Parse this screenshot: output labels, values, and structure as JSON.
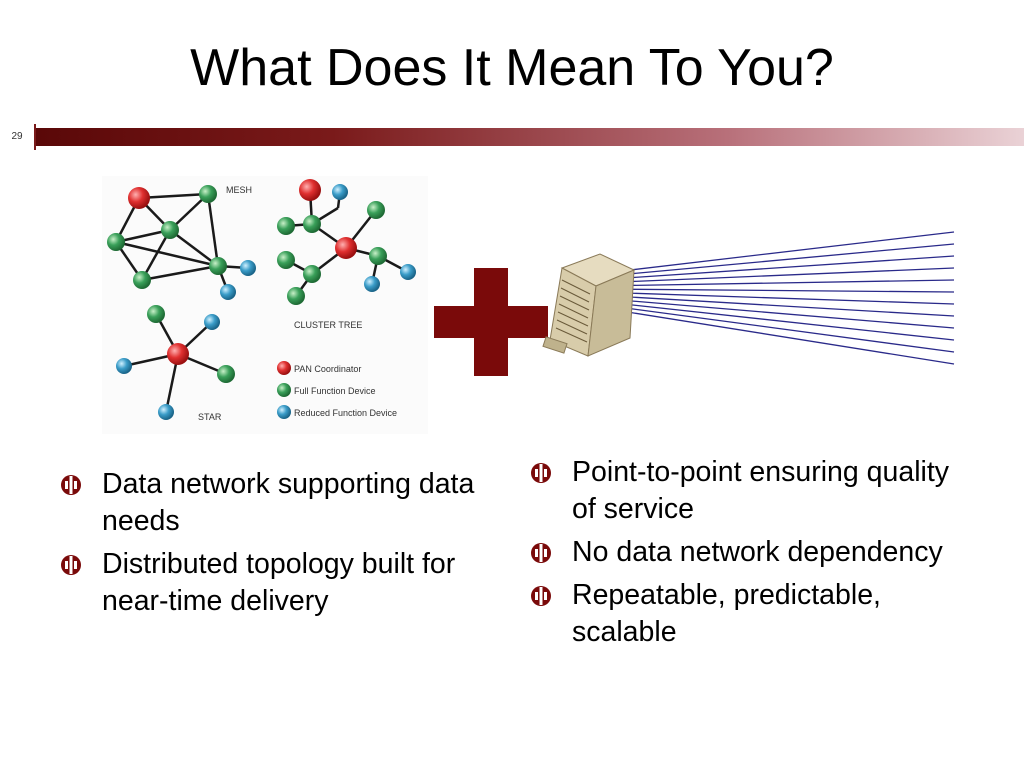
{
  "slide": {
    "title": "What Does It Mean To You?",
    "number": "29"
  },
  "diagram": {
    "mesh_label": "MESH",
    "cluster_label": "CLUSTER TREE",
    "star_label": "STAR",
    "legend": [
      {
        "label": "PAN Coordinator",
        "color": "#e03030"
      },
      {
        "label": "Full Function Device",
        "color": "#3aa05a"
      },
      {
        "label": "Reduced Function Device",
        "color": "#3a9cc8"
      }
    ]
  },
  "colors": {
    "accent": "#7a0a0a",
    "plus": "#7a0a0a",
    "line": "#2a2a8a"
  },
  "icons": {
    "bullet": "split-circle-bullet-icon",
    "plus": "plus-icon",
    "connector": "connector-cable-icon"
  },
  "left_bullets": [
    "Data network supporting data needs",
    "Distributed topology built for near-time delivery"
  ],
  "right_bullets": [
    "Point-to-point ensuring quality of service",
    "No data network dependency",
    "Repeatable, predictable, scalable"
  ]
}
